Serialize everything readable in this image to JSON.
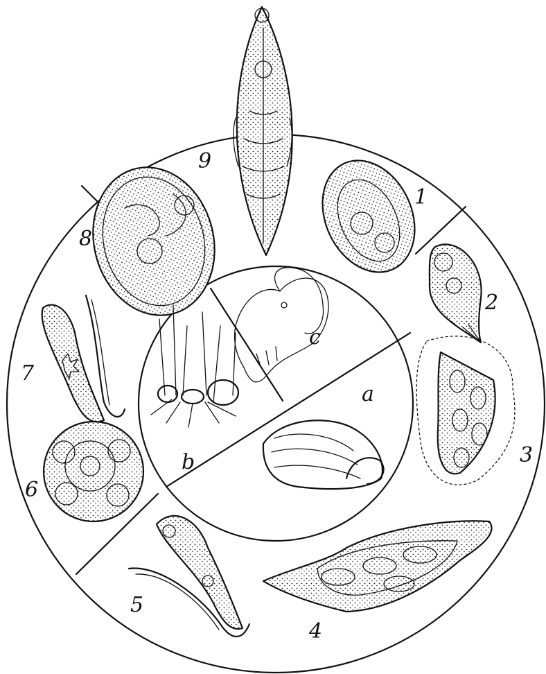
{
  "stage_labels": [
    "1",
    "2",
    "3",
    "4",
    "5",
    "6",
    "7",
    "8",
    "9"
  ],
  "host_labels": [
    "a",
    "b",
    "c"
  ],
  "hosts": {
    "a": "snail-icon",
    "b": "ant-icon",
    "c": "sheep-icon"
  },
  "colors": {
    "ink": "#111111",
    "paper": "#ffffff"
  }
}
